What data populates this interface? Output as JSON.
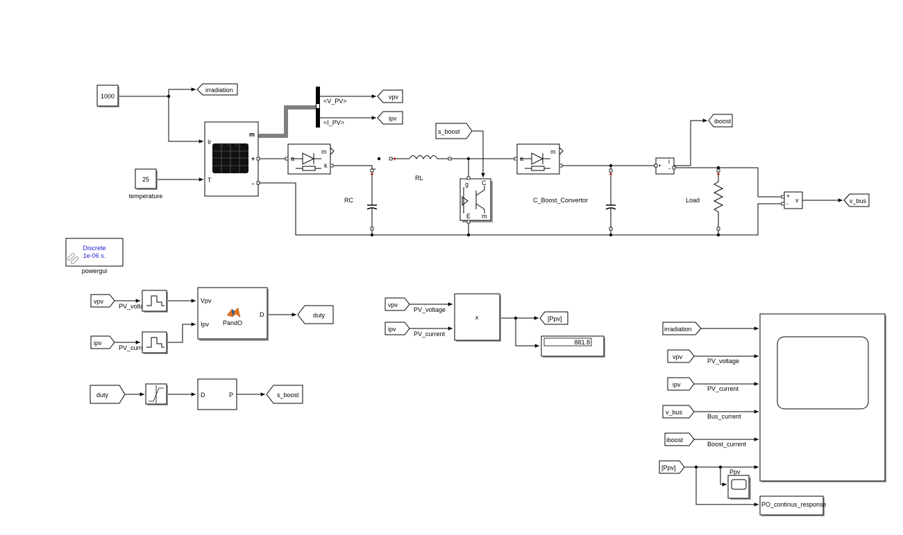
{
  "blocks": {
    "irradiance_constant": "1000",
    "temperature_constant": "25",
    "temperature_label": "temperature",
    "pv_port_ir": "Ir",
    "pv_port_t": "T",
    "pv_port_m": "m",
    "pv_port_plus": "+",
    "pv_port_minus": "-",
    "bus_v_pv": "<V_PV>",
    "bus_i_pv": "<I_PV>",
    "rc_label": "RC",
    "rl_label": "RL",
    "converter_label": "C_Boost_Convertor",
    "load_label": "Load",
    "diode_m": "m",
    "igbt_g": "g",
    "igbt_c": "C",
    "igbt_e": "E",
    "igbt_m": "m",
    "ammeter_plus": "+",
    "ammeter_minus": "-",
    "ammeter_i": "i",
    "voltmeter_v": "v",
    "voltmeter_plus": "+",
    "voltmeter_minus": "-",
    "powergui_line1": "Discrete",
    "powergui_line2": "1e-06 s.",
    "powergui_label": "powergui",
    "pando_label": "PandO",
    "pando_in1": "Vpv",
    "pando_in2": "Ipv",
    "pando_out": "D",
    "pwm_in": "D",
    "pwm_out": "P",
    "product_label": "x",
    "display_value": "881.8",
    "ppv_scope_label": "Ppv",
    "workspace_label": "PO_continus_response"
  },
  "tags": {
    "irradiation": "irradiation",
    "vpv": "vpv",
    "ipv": "ipv",
    "s_boost": "s_boost",
    "iboost": "iboost",
    "v_bus": "v_bus",
    "duty": "duty",
    "ppv": "[Ppv]"
  },
  "signals": {
    "pv_voltage": "PV_voltage",
    "pv_current": "PV_current",
    "bus_current": "Bus_current",
    "boost_current": "Boost_current"
  },
  "colors": {
    "line": "#000000",
    "powergui_text": "#1a1acc",
    "block_shadow": "#9a9a9a",
    "terminal_red": "#d00000"
  }
}
